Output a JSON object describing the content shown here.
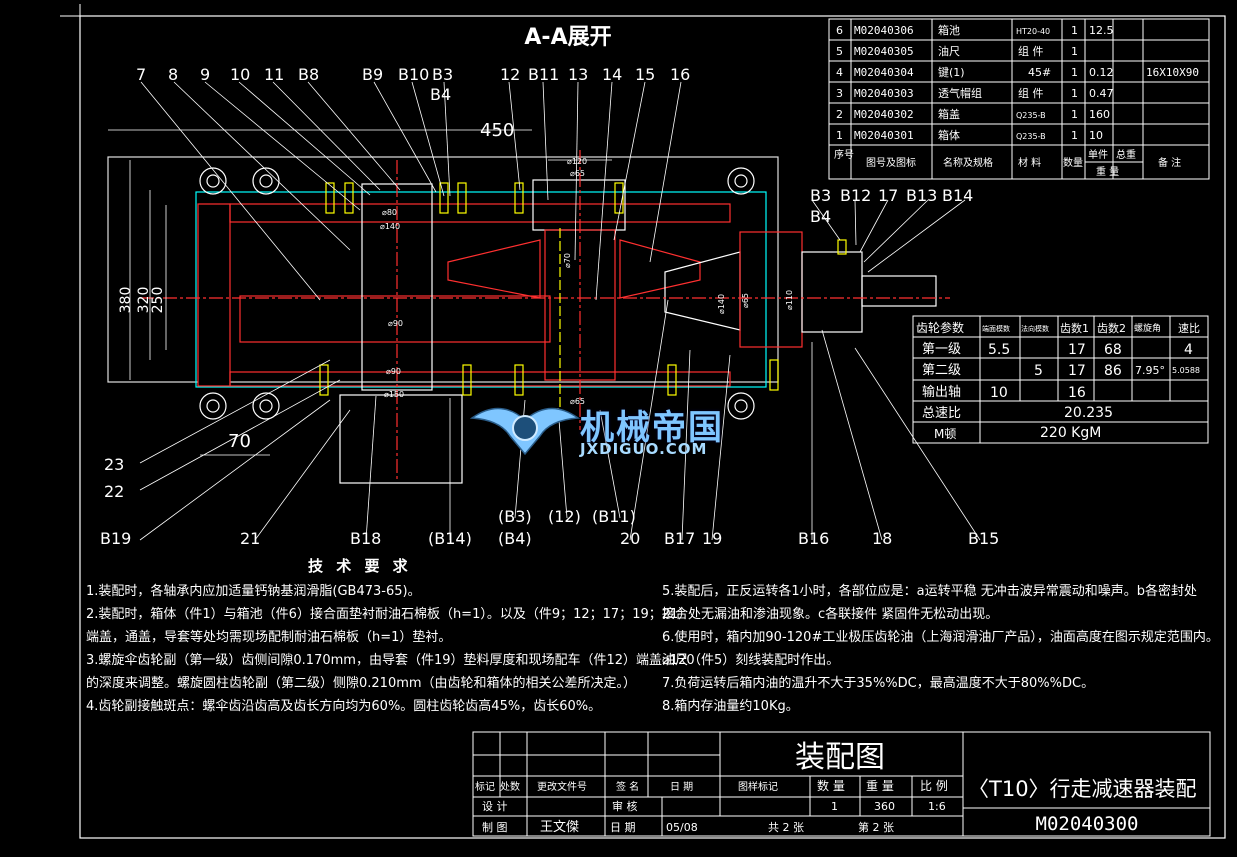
{
  "title": "A-A展开",
  "callouts_top": [
    "7",
    "8",
    "9",
    "10",
    "11",
    "B8",
    "B9",
    "B10",
    "B3",
    "B4",
    "12",
    "B11",
    "13",
    "14",
    "15",
    "16"
  ],
  "callouts_right_top": [
    "B3",
    "B12",
    "17",
    "B13",
    "B14",
    "B4"
  ],
  "callouts_bottom": [
    "23",
    "22",
    "B19",
    "21",
    "B18",
    "(B14)",
    "(B3)",
    "(B4)",
    "(12)",
    "(B11)",
    "20",
    "B17",
    "19",
    "B16",
    "18",
    "B15"
  ],
  "dimensions": {
    "d450": "450",
    "d380": "380",
    "d320": "320",
    "d250": "250",
    "d70": "70",
    "p120": "⌀120",
    "p65a": "⌀65",
    "p80": "⌀80",
    "p140a": "⌀140",
    "p70": "⌀70",
    "p90a": "⌀90",
    "p90b": "⌀90",
    "p150": "⌀150",
    "p65b": "⌀65",
    "p140b": "⌀140",
    "p65c": "⌀65",
    "p110": "⌀110"
  },
  "parts_table": {
    "rows": [
      {
        "no": "6",
        "code": "M02040306",
        "name": "箱池",
        "material": "HT20-40",
        "qty": "1",
        "weight": "12.5",
        "note": ""
      },
      {
        "no": "5",
        "code": "M02040305",
        "name": "油尺",
        "material": "组 件",
        "qty": "1",
        "weight": "",
        "note": ""
      },
      {
        "no": "4",
        "code": "M02040304",
        "name": "键(1)",
        "material": "45#",
        "qty": "1",
        "weight": "0.12",
        "note": "16X10X90"
      },
      {
        "no": "3",
        "code": "M02040303",
        "name": "透气帽组",
        "material": "组 件",
        "qty": "1",
        "weight": "0.47",
        "note": ""
      },
      {
        "no": "2",
        "code": "M02040302",
        "name": "箱盖",
        "material": "Q235-B",
        "qty": "1",
        "weight": "160",
        "note": ""
      },
      {
        "no": "1",
        "code": "M02040301",
        "name": "箱体",
        "material": "Q235-B",
        "qty": "1",
        "weight": "10",
        "note": ""
      }
    ],
    "header": {
      "no": "序号",
      "code": "图号及图标",
      "name": "名称及规格",
      "material": "材 料",
      "qty": "数量",
      "unit_w": "单件",
      "total_w": "总重",
      "weight": "重 量",
      "note": "备 注"
    }
  },
  "gear_table": {
    "header": [
      "齿轮参数",
      "端面模数",
      "法向模数",
      "齿数1",
      "齿数2",
      "螺旋角",
      "速比"
    ],
    "rows": [
      [
        "第一级",
        "5.5",
        "",
        "17",
        "68",
        "",
        "4"
      ],
      [
        "第二级",
        "",
        "5",
        "17",
        "86",
        "7.95°",
        "5.0588"
      ],
      [
        "输出轴",
        "10",
        "",
        "16",
        "",
        "",
        ""
      ]
    ],
    "total_label": "总速比",
    "total_value": "20.235",
    "torque_label": "M顿",
    "torque_value": "220 KgM"
  },
  "tech_req": {
    "heading": "技 术 要 求",
    "left": [
      "1.装配时，各轴承内应加适量钙钠基润滑脂(GB473-65)。",
      "2.装配时，箱体（件1）与箱池（件6）接合面垫衬耐油石棉板（h=1）。以及（件9；12；17；19；21）",
      "端盖，通盖，导套等处均需现场配制耐油石棉板（h=1）垫衬。",
      "3.螺旋伞齿轮副（第一级）齿侧间隙0.170mm，由导套（件19）垫料厚度和现场配车（件12）端盖⌀120",
      "的深度来调整。螺旋圆柱齿轮副（第二级）侧隙0.210mm（由齿轮和箱体的相关公差所决定。）",
      "4.齿轮副接触斑点：螺伞齿沿齿高及齿长方向均为60%。圆柱齿轮齿高45%，齿长60%。"
    ],
    "right": [
      "5.装配后，正反运转各1小时，各部位应是：a运转平稳 无冲击波异常震动和噪声。b各密封处",
      "接合处无漏油和渗油现象。c各联接件 紧固件无松动出现。",
      "6.使用时，箱内加90-120#工业极压齿轮油（上海润滑油厂产品），油面高度在图示规定范围内。",
      "油尺（件5）刻线装配时作出。",
      "7.负荷运转后箱内油的温升不大于35%%DC，最高温度不大于80%%DC。",
      "8.箱内存油量约10Kg。"
    ]
  },
  "title_block": {
    "drawing_type": "装配图",
    "product": "〈T10〉行走减速器装配",
    "drawing_no": "M02040300",
    "h_mark": "标记",
    "h_count": "处数",
    "h_change": "更改文件号",
    "h_sign": "签 名",
    "h_date": "日 期",
    "h_stage": "图样标记",
    "h_qty": "数 量",
    "h_weight": "重 量",
    "h_scale": "比 例",
    "design": "设 计",
    "review": "审 核",
    "draw": "制 图",
    "drafter": "王文傑",
    "date_label": "日 期",
    "date": "05/08",
    "qty": "1",
    "weight": "360",
    "scale": "1:6",
    "sheets": "共 2 张",
    "sheet": "第 2 张"
  },
  "watermark": {
    "cn": "机械帝国",
    "en": "JXDIGUO.COM"
  }
}
